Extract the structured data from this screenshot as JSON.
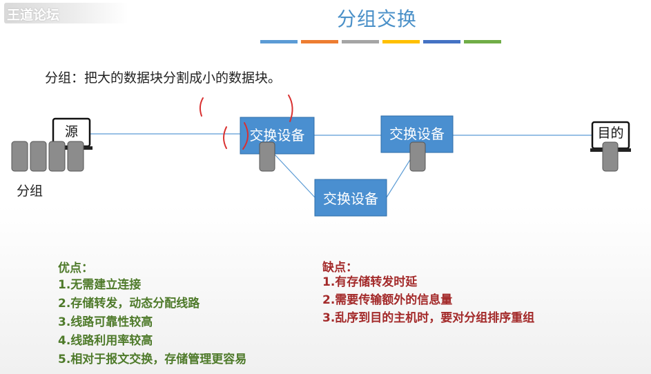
{
  "watermark": "王道论坛",
  "title": "分组交换",
  "title_bar_colors": [
    "#5b9bd5",
    "#ed7d31",
    "#a5a5a5",
    "#ffc000",
    "#4472c4",
    "#70ad47"
  ],
  "definition": "分组：把大的数据块分割成小的数据块。",
  "diagram": {
    "source_label": "源",
    "dest_label": "目的",
    "switch_label": "交换设备",
    "packets_label": "分组",
    "switch_color": "#4a8fd0",
    "line_color": "#5b9bd5",
    "annotation_color": "#d93030"
  },
  "pros": {
    "title": "优点：",
    "items": [
      "1.无需建立连接",
      "2.存储转发，动态分配线路",
      "3.线路可靠性较高",
      "4.线路利用率较高",
      "5.相对于报文交换，存储管理更容易"
    ]
  },
  "cons": {
    "title": "缺点：",
    "items": [
      "1.有存储转发时延",
      "2.需要传输额外的信息量",
      "3.乱序到目的主机时，要对分组排序重组"
    ]
  }
}
